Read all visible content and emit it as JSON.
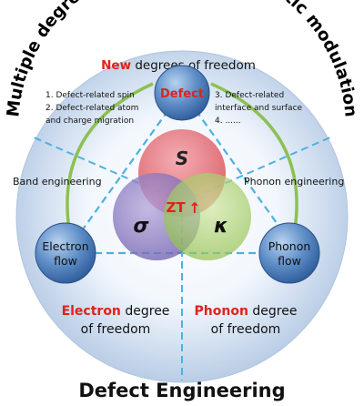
{
  "arc_title": "Multiple degrees of freedom synergistic modulation",
  "top_label": {
    "highlight": "New",
    "rest": " degrees of freedom"
  },
  "nodes": {
    "defect": "Defect",
    "electron": [
      "Electron",
      "flow"
    ],
    "phonon": [
      "Phonon",
      "flow"
    ]
  },
  "left_notes": [
    "1. Defect-related spin",
    "2. Defect-related atom",
    "and charge migration"
  ],
  "right_notes": [
    "3. Defect-related",
    "interface and surface",
    "4. ......"
  ],
  "band_engineering": "Band engineering",
  "phonon_engineering": "Phonon engineering",
  "venn": {
    "s": "S",
    "sigma": "σ",
    "kappa": "κ",
    "zt": "ZT",
    "zt_arrow": "↑"
  },
  "electron_dof": {
    "highlight": "Electron",
    "rest": " degree",
    "line2": "of freedom"
  },
  "phonon_dof": {
    "highlight": "Phonon",
    "rest": " degree",
    "line2": "of freedom"
  },
  "bottom_title": "Defect Engineering",
  "colors": {
    "accent_red": "#e0221a",
    "disc_light": "#f2f7fd",
    "disc_mid": "#b9cde6",
    "node_blue": "#3c6fae",
    "dash_blue": "#4fb0e0",
    "arc_green": "#8cc152",
    "venn_red": "#d94d57",
    "venn_purple": "#6f5fae",
    "venn_green": "#8fbf4a"
  }
}
